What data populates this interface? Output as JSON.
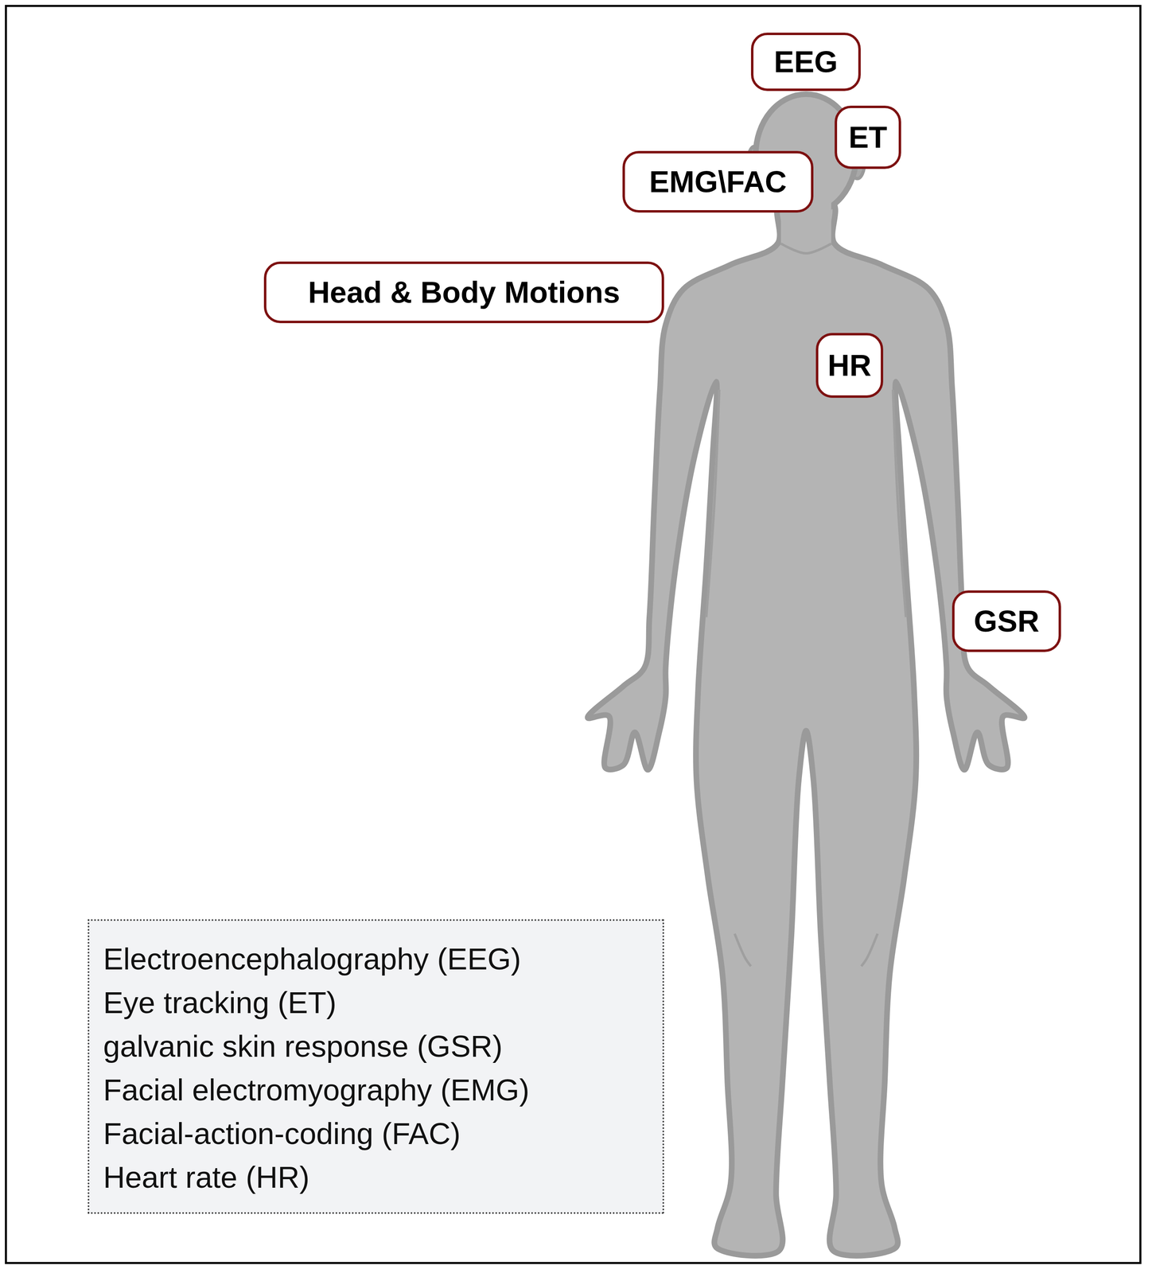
{
  "diagram": {
    "nodes": [
      {
        "text": [
          "EEG"
        ]
      },
      {
        "text": [
          "ET"
        ]
      },
      {
        "text": [
          "EMG\\FAC"
        ]
      },
      {
        "text": [
          "Head & Body Motions"
        ]
      },
      {
        "text": [
          "HR"
        ]
      },
      {
        "text": [
          "GSR"
        ]
      },
      {
        "text": [
          "Electroencephalography (EEG)",
          "Eye tracking (ET)",
          "galvanic skin response (GSR)",
          "Facial electromyography (EMG)",
          "Facial-action-coding (FAC)",
          "Heart rate (HR)"
        ]
      }
    ],
    "edges": []
  }
}
